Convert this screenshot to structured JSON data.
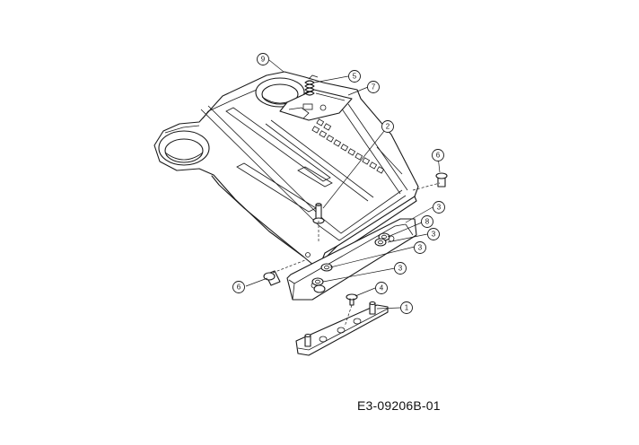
{
  "drawing_code": "E3-09206B-01",
  "callouts": {
    "c9": "9",
    "c5": "5",
    "c7": "7",
    "c2": "2",
    "c6a": "6",
    "c3a": "3",
    "c8": "8",
    "c3b": "3",
    "c3c": "3",
    "c3d": "3",
    "c6b": "6",
    "c4": "4",
    "c1": "1"
  },
  "colors": {
    "line": "#1a1a1a",
    "background": "#ffffff"
  }
}
